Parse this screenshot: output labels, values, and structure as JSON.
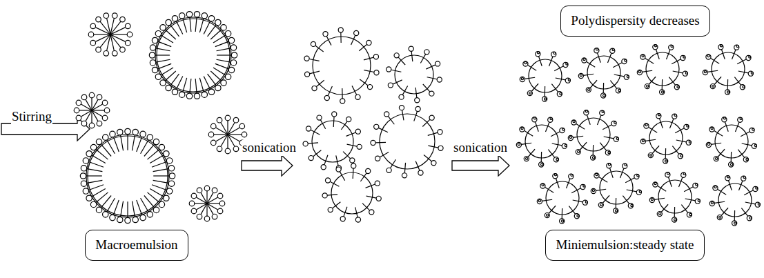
{
  "diagram": {
    "nodes": [
      {
        "text": [
          "Polydispersity decreases"
        ]
      },
      {
        "text": [
          "Macroemulsion"
        ]
      },
      {
        "text": [
          "Miniemulsion:steady state"
        ]
      }
    ],
    "labels": [
      "Stirring",
      "sonication",
      "sonication"
    ]
  }
}
